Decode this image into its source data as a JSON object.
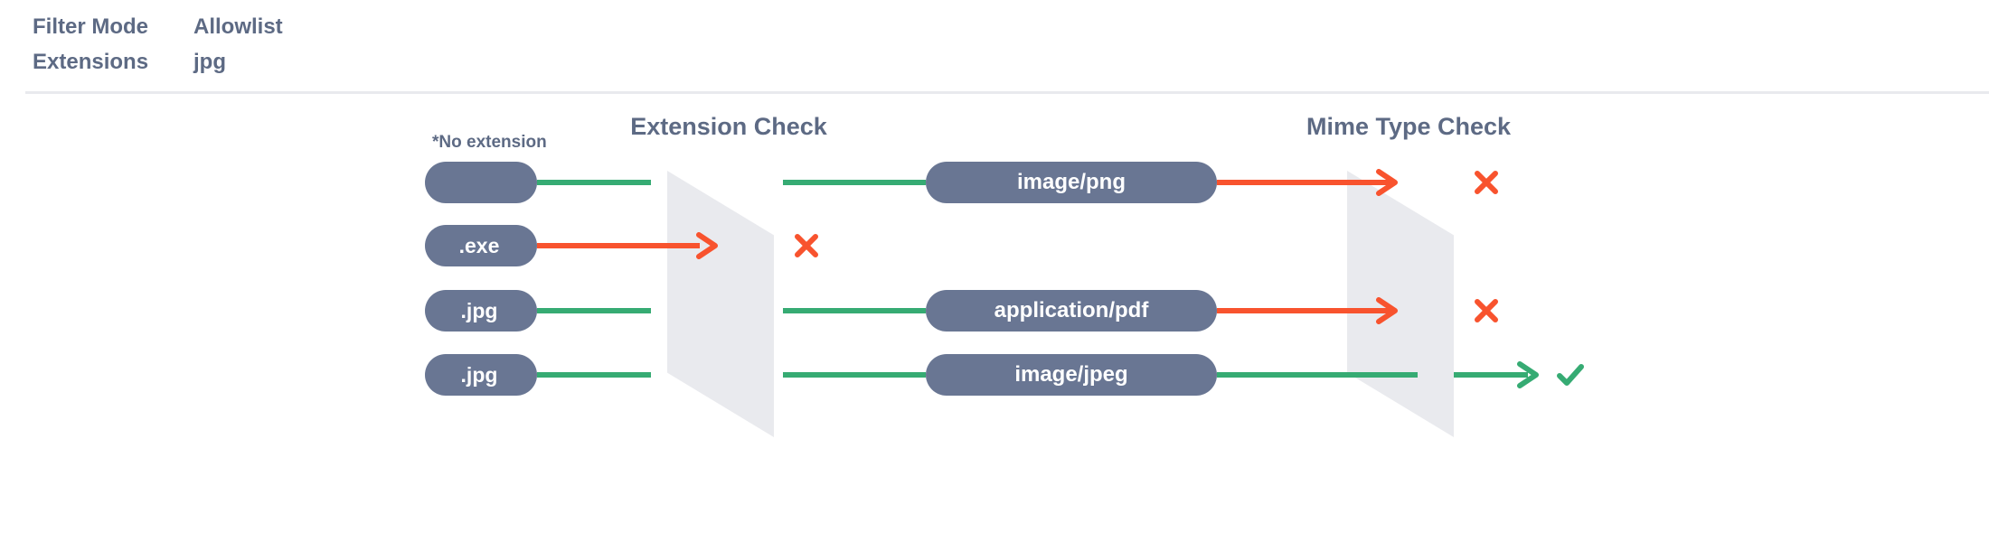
{
  "meta": {
    "rows": [
      {
        "key": "Filter Mode",
        "value": "Allowlist"
      },
      {
        "key": "Extensions",
        "value": "jpg"
      }
    ]
  },
  "stage": {
    "titles": {
      "extension_check": "Extension Check",
      "mime_type_check": "Mime Type Check"
    },
    "gates": {
      "extension_label": "Extension Check",
      "mime_label": "Mime Type Check"
    }
  },
  "colors": {
    "pill": "#697693",
    "pass": "#36ab73",
    "fail": "#f8532e",
    "gate": "#e9eaee",
    "text": "#5d6a84",
    "divider": "#e9eaee"
  },
  "flows": [
    {
      "extension": "",
      "extension_note": "*No extension",
      "extension_result": "pass",
      "mime_type": "image/png",
      "mime_result": "fail",
      "final_verdict": "blocked",
      "verdict_icon": "cross-icon"
    },
    {
      "extension": ".exe",
      "extension_note": "",
      "extension_result": "fail",
      "mime_type": "",
      "mime_result": "",
      "final_verdict": "blocked",
      "verdict_icon": "cross-icon"
    },
    {
      "extension": ".jpg",
      "extension_note": "",
      "extension_result": "pass",
      "mime_type": "application/pdf",
      "mime_result": "fail",
      "final_verdict": "blocked",
      "verdict_icon": "cross-icon"
    },
    {
      "extension": ".jpg",
      "extension_note": "",
      "extension_result": "pass",
      "mime_type": "image/jpeg",
      "mime_result": "pass",
      "final_verdict": "allowed",
      "verdict_icon": "check-icon"
    }
  ]
}
